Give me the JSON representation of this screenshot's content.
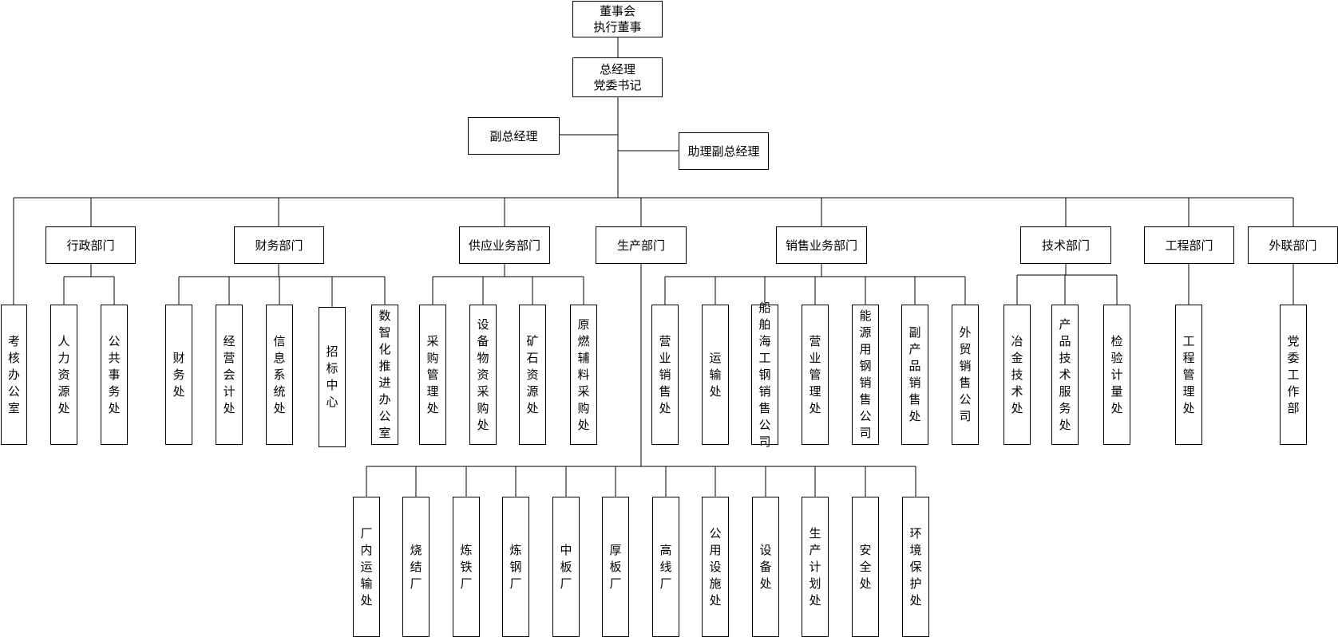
{
  "org_chart": {
    "board": [
      "董事会",
      "执行董事"
    ],
    "general_manager": [
      "总经理",
      "党委书记"
    ],
    "deputy_gm": "副总经理",
    "assistant_gm": "助理副总经理",
    "kaohe_office": "考核办公室",
    "departments": [
      {
        "name": "行政部门",
        "units": [
          "人力资源处",
          "公共事务处"
        ]
      },
      {
        "name": "财务部门",
        "units": [
          "财务处",
          "经营会计处",
          "信息系统处",
          "招标中心",
          "数智化推进办公室"
        ]
      },
      {
        "name": "供应业务部门",
        "units": [
          "采购管理处",
          "设备物资采购处",
          "矿石资源处",
          "原燃辅料采购处"
        ]
      },
      {
        "name": "生产部门",
        "units": [
          "厂内运输处",
          "烧结厂",
          "炼铁厂",
          "炼钢厂",
          "中板厂",
          "厚板厂",
          "高线厂",
          "公用设施处",
          "设备处",
          "生产计划处",
          "安全处",
          "环境保护处"
        ]
      },
      {
        "name": "销售业务部门",
        "units": [
          "营业销售处",
          "运输处",
          "船舶海工钢销售公司",
          "营业管理处",
          "能源用钢销售公司",
          "副产品销售处",
          "外贸销售公司"
        ]
      },
      {
        "name": "技术部门",
        "units": [
          "冶金技术处",
          "产品技术服务处",
          "检验计量处"
        ]
      },
      {
        "name": "工程部门",
        "units": [
          "工程管理处"
        ]
      },
      {
        "name": "外联部门",
        "units": [
          "党委工作部"
        ]
      }
    ]
  }
}
